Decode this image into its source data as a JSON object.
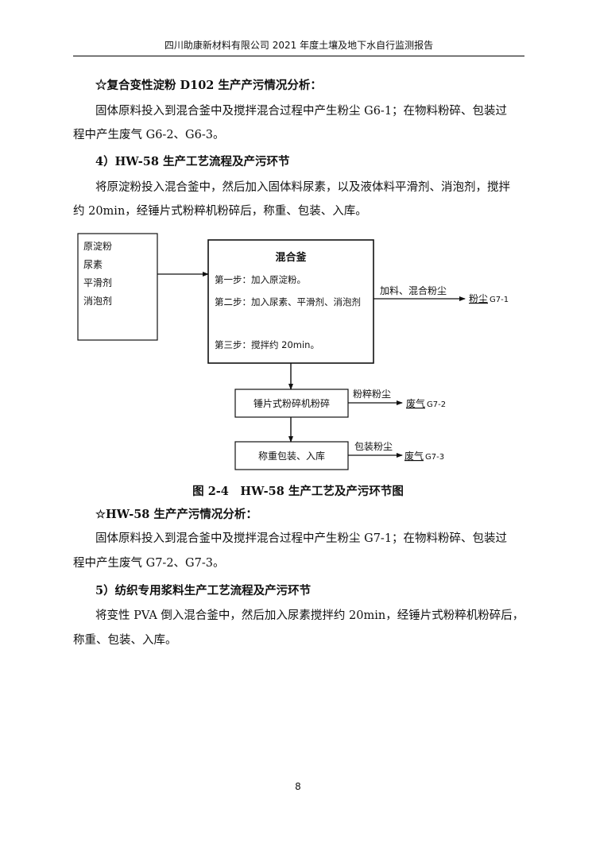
{
  "header": {
    "title": "四川助康新材料有限公司 2021 年度土壤及地下水自行监测报告"
  },
  "body": {
    "p1_title": "☆复合变性淀粉 D102 生产产污情况分析：",
    "p1_line1": "固体原料投入到混合釜中及搅拌混合过程中产生粉尘 G6-1；在物料粉碎、包装过",
    "p1_line2": "程中产生废气 G6-2、G6-3。",
    "s4_title": "4）HW-58 生产工艺流程及产污环节",
    "s4_line1": "将原淀粉投入混合釜中，然后加入固体料尿素，以及液体料平滑剂、消泡剂，搅拌",
    "s4_line2": "约 20min，经锤片式粉粹机粉碎后，称重、包装、入库。",
    "p2_title": "☆HW-58 生产产污情况分析：",
    "p2_line1": "固体原料投入到混合釜中及搅拌混合过程中产生粉尘 G7-1；在物料粉碎、包装过",
    "p2_line2": "程中产生废气 G7-2、G7-3。",
    "s5_title": "5）纺织专用浆料生产工艺流程及产污环节",
    "s5_line1": "将变性 PVA 倒入混合釜中，然后加入尿素搅拌约 20min，经锤片式粉粹机粉碎后，",
    "s5_line2": "称重、包装、入库。"
  },
  "diagram": {
    "materials": [
      "原淀粉",
      "尿素",
      "平滑剂",
      "消泡剂"
    ],
    "mixer": {
      "title": "混合釜",
      "step1": "第一步：加入原淀粉。",
      "step2": "第二步：加入尿素、平滑剂、消泡剂",
      "step3": "第三步：搅拌约 20min。"
    },
    "mixer_emission": {
      "label": "加料、混合粉尘",
      "target": "粉尘",
      "code": "G7-1"
    },
    "crusher": "锤片式粉碎机粉碎",
    "crusher_emission": {
      "label": "粉粹粉尘",
      "target": "废气",
      "code": "G7-2"
    },
    "packing": "称重包装、入库",
    "packing_emission": {
      "label": "包装粉尘",
      "target": "废气",
      "code": "G7-3"
    }
  },
  "caption": "图 2-4　HW-58 生产工艺及产污环节图",
  "page_number": "8"
}
